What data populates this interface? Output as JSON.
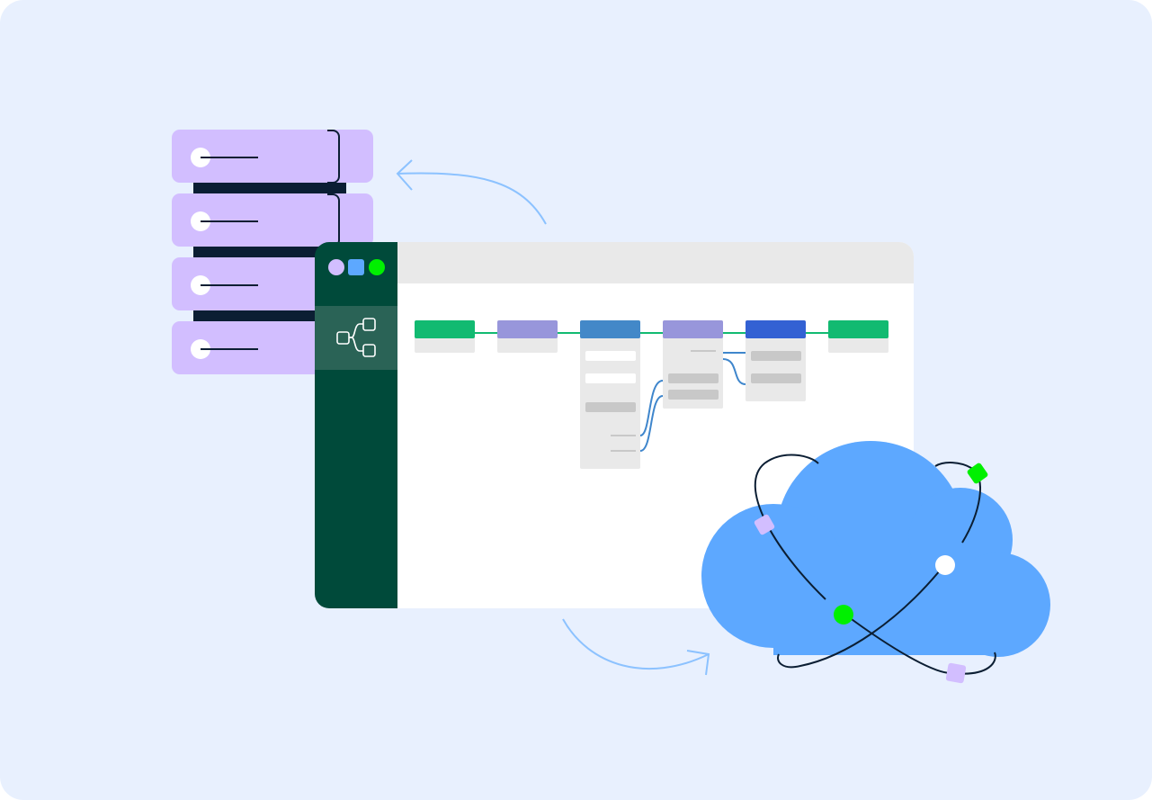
{
  "colors": {
    "background": "#E8F0FE",
    "server_purple": "#D2BEFF",
    "server_dark": "#0B1E33",
    "sidebar_green": "#004A3A",
    "sidebar_active": "#2A6356",
    "topbar_gray": "#E9E9E9",
    "canvas_white": "#FFFFFF",
    "node_green": "#12BA71",
    "node_lavender": "#9896DB",
    "node_blue": "#4388C8",
    "node_royal": "#3361D3",
    "connector_green": "#12BA71",
    "connector_blue": "#3F86CC",
    "cloud_blue": "#5DA8FF",
    "arrow_blue": "#8CC2FF",
    "orbit_dark": "#0B1E33",
    "dot_lime": "#00F000",
    "dot_lavender": "#D2BEFF"
  },
  "icons": {
    "window_controls": [
      "circle-lavender",
      "square-blue",
      "circle-lime"
    ],
    "sidebar_active": "workflow-tree-icon"
  },
  "workflow_nodes": [
    "green",
    "lavender",
    "blue",
    "lavender",
    "royal",
    "green"
  ]
}
